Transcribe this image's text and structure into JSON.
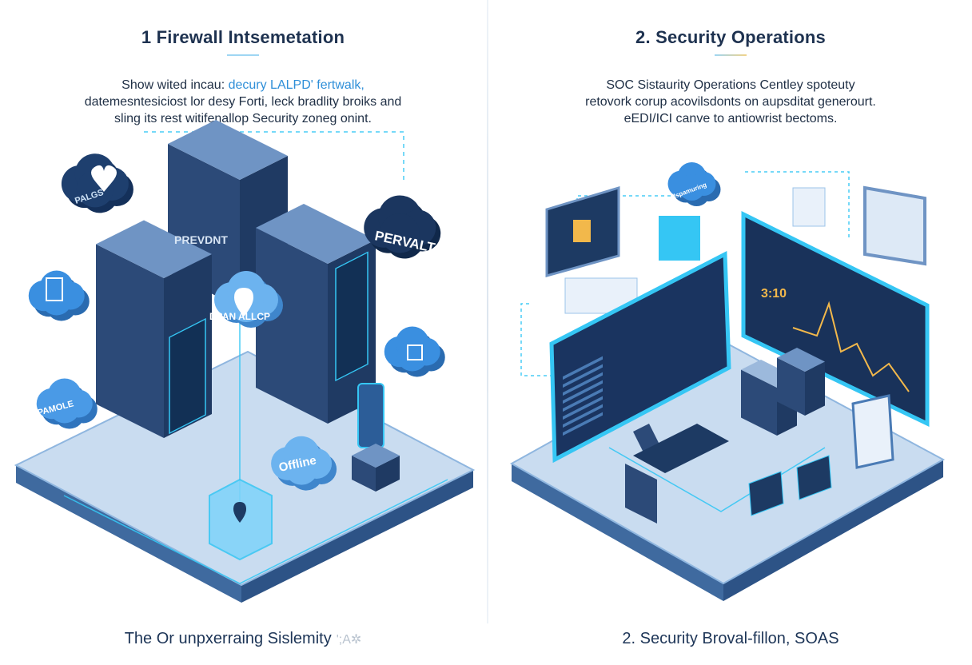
{
  "left": {
    "title": "1 Firewall Intsemetation",
    "description": {
      "line1_a": "Show wited incau: ",
      "line1_b": "decury LALPD' fertwalk,",
      "line2": "datemesntesiciost lor desy Forti, leck bradlity broiks and",
      "line3": "sling its rest witifenallop Security zoneg onint."
    },
    "caption": "The Or unpxerraing Sislemity",
    "caption_mark": "';A✲",
    "labels": {
      "cloud_top_left": "PALGS",
      "cloud_top_right": "PERVALTO",
      "server_back": "PREVDNT",
      "cloud_center": "DPAN  ALLCP",
      "cloud_bottom_left": "PAMOLE",
      "cloud_bottom_center": "Offline"
    }
  },
  "right": {
    "title": "2. Security Operations",
    "description": {
      "line1": "SOC Sistaurity Operations Centley spoteuty",
      "line2": "retovork corup acovilsdonts on aupsditat generourt.",
      "line3": "eEDI/ICI canve to antiowrist bectoms."
    },
    "caption": "2. Security Broval-fillon, SOAS",
    "labels": {
      "cloud": "Ispamuring",
      "dashboard_value": "3:10"
    }
  },
  "colors": {
    "navy": "#1d3a63",
    "blue": "#4a7bb5",
    "light": "#9cc4ea",
    "glow": "#35c6f4",
    "title": "#1e3250"
  }
}
